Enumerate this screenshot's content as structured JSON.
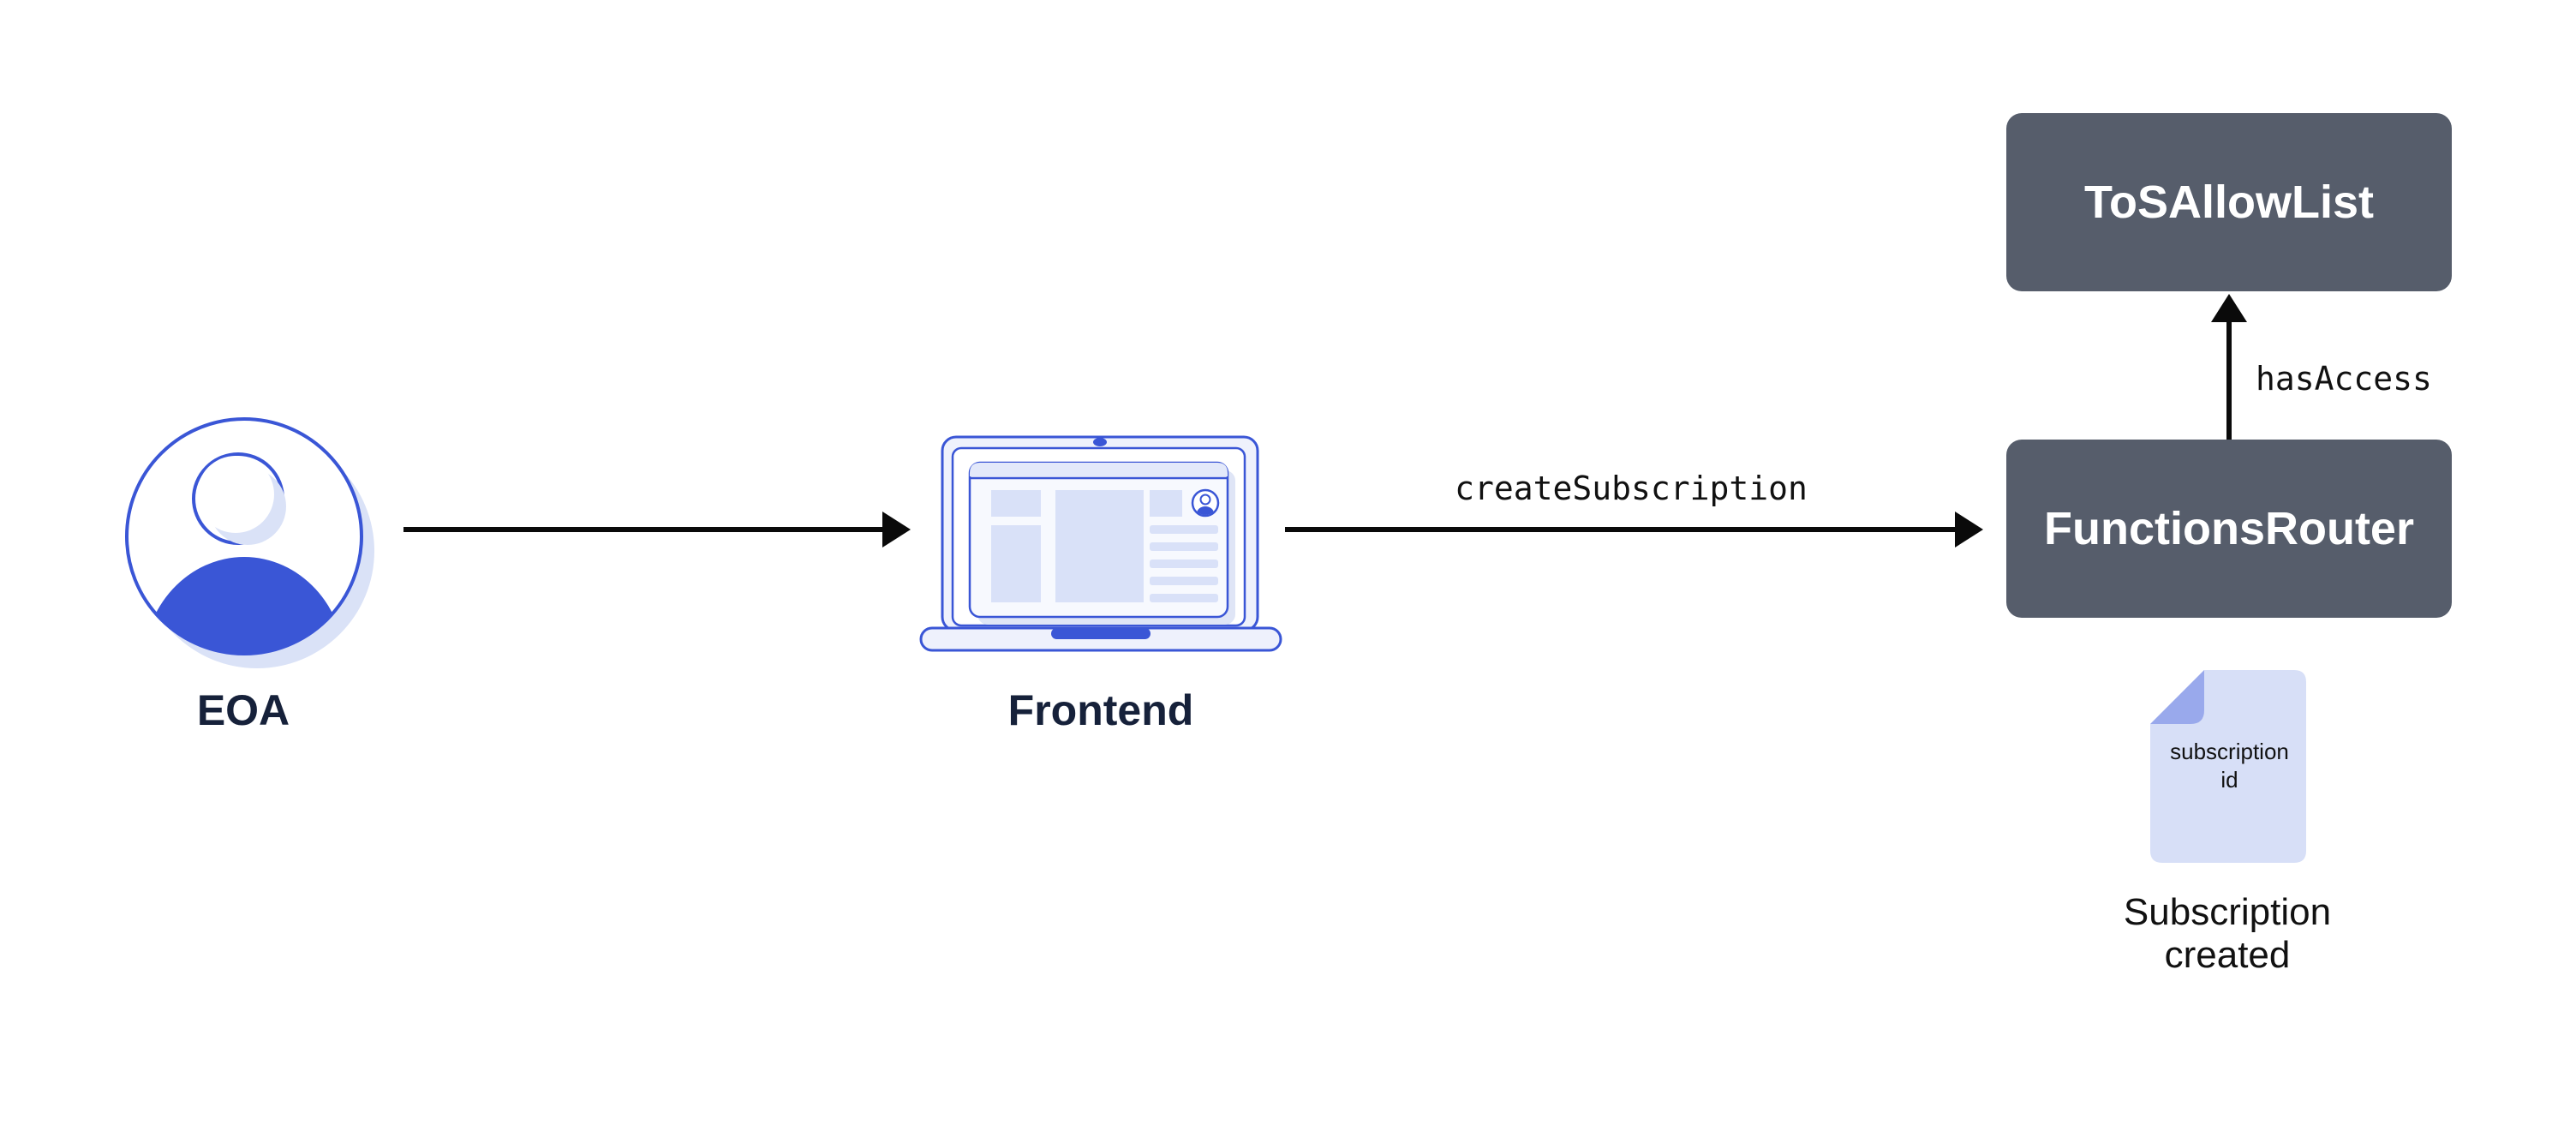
{
  "diagram": {
    "nodes": {
      "eoa": {
        "label": "EOA",
        "icon": "user-avatar-icon"
      },
      "frontend": {
        "label": "Frontend",
        "icon": "laptop-icon"
      },
      "tos_allow_list": {
        "label": "ToSAllowList"
      },
      "functions_router": {
        "label": "FunctionsRouter"
      },
      "subscription_doc": {
        "icon": "document-icon",
        "text_line1": "subscription",
        "text_line2": "id",
        "caption_line1": "Subscription",
        "caption_line2": "created"
      }
    },
    "edge_labels": {
      "create_subscription": "createSubscription",
      "has_access": "hasAccess"
    },
    "colors": {
      "brand_blue": "#3A56D6",
      "light_blue_fill": "#D9E1F8",
      "pale_blue_fill": "#EEF1FC",
      "shadow_blue": "#DAE2F7",
      "fold_blue": "#99A9EC",
      "box_slate": "#565D6B",
      "box_text": "#FFFFFF",
      "label_navy": "#16213A",
      "arrow_black": "#0A0A0A",
      "background": "#FFFFFF"
    }
  }
}
